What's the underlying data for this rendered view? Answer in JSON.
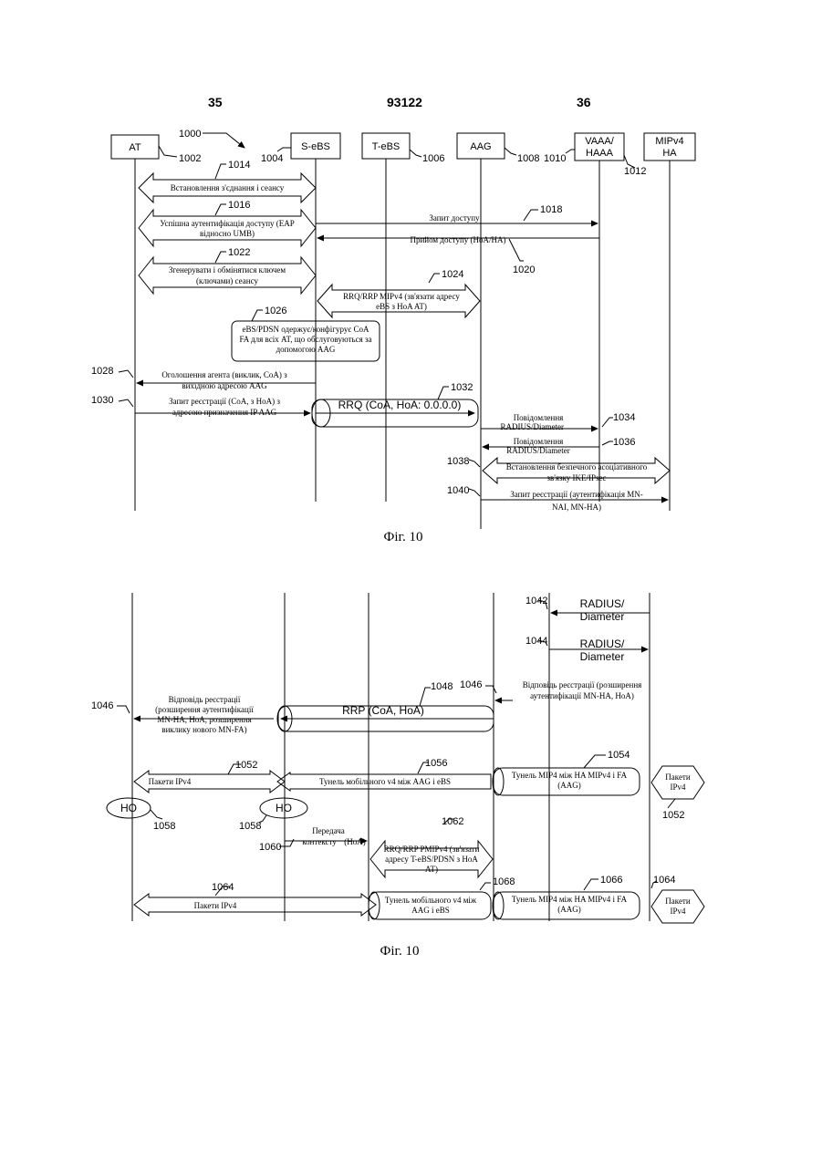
{
  "header": {
    "left": "35",
    "center": "93122",
    "right": "36"
  },
  "fig1": {
    "entities": {
      "at": "AT",
      "seb": "S-eBS",
      "teb": "T-eBS",
      "aag": "AAG",
      "vaaa_1": "VAAA/",
      "vaaa_2": "HAAA",
      "mip_1": "MIPv4",
      "mip_2": "HA"
    },
    "refs": {
      "r1000": "1000",
      "r1002": "1002",
      "r1004": "1004",
      "r1006": "1006",
      "r1008": "1008",
      "r1010": "1010",
      "r1012": "1012",
      "r1014": "1014",
      "r1016": "1016",
      "r1018": "1018",
      "r1020": "1020",
      "r1022": "1022",
      "r1024": "1024",
      "r1026": "1026",
      "r1028": "1028",
      "r1030": "1030",
      "r1032": "1032",
      "r1034": "1034",
      "r1036": "1036",
      "r1038": "1038",
      "r1040": "1040"
    },
    "msgs": {
      "m1014": "Встановлення з'єднання і сеансу",
      "m1016_1": "Успішна аутентифікація доступу (EAP",
      "m1016_2": "відносно UMB)",
      "m1018": "Запит доступу",
      "m1020": "Прийом доступу (HoA/HA)",
      "m1022_1": "Згенерувати і обмінятися ключем",
      "m1022_2": "(ключами) сеансу",
      "m1024_1": "RRQ/RRP MIPv4 (зв'язати адресу",
      "m1024_2": "eBS з HoA AT)",
      "m1026_1": "eBS/PDSN одержує/конфігурує CoA",
      "m1026_2": "FA для всіх AT, що обслуговуються за",
      "m1026_3": "допомогою AAG",
      "m1028_1": "Оголошення агента (виклик, CoA) з",
      "m1028_2": "вихідною адресою AAG",
      "m1030_1": "Запит реєстрації (CoA, з HoA) з",
      "m1030_2": "адресою призначення IP AAG",
      "rrq": "RRQ (CoA, HoA: 0.0.0.0)",
      "m1034_1": "Повідомлення",
      "m1034_2": "RADIUS/Diameter",
      "m1036_1": "Повідомлення",
      "m1036_2": "RADIUS/Diameter",
      "m1038_1": "Встановлення безпечного асоціативного",
      "m1038_2": "зв'язку IKE/IPsec",
      "m1040_1": "Запит реєстрації (аутентифікація MN-",
      "m1040_2": "NAI, MN-HA)"
    },
    "caption": "Фіг. 10"
  },
  "fig2": {
    "refs": {
      "r1042": "1042",
      "r1044": "1044",
      "r1046a": "1046",
      "r1046b": "1046",
      "r1048": "1048",
      "r1052a": "1052",
      "r1052b": "1052",
      "r1054": "1054",
      "r1056": "1056",
      "r1058a": "1058",
      "r1058b": "1058",
      "r1060": "1060",
      "r1062": "1062",
      "r1064a": "1064",
      "r1064b": "1064",
      "r1066": "1066",
      "r1068": "1068"
    },
    "msgs": {
      "rad1_1": "RADIUS/",
      "rad1_2": "Diameter",
      "rad2_1": "RADIUS/",
      "rad2_2": "Diameter",
      "m1046r_1": "Відповідь реєстрації (розширення",
      "m1046r_2": "аутентифікації MN-HA, HoA)",
      "m1046l_1": "Відповідь реєстрації",
      "m1046l_2": "(розширення аутентифікації",
      "m1046l_3": "MN-HA, HoA, розширення",
      "m1046l_4": "виклику нового MN-FA)",
      "rrp": "RRP (CoA, HoA)",
      "pak1": "Пакети IPv4",
      "tun1": "Тунель мобільного v4 між AAG і eBS",
      "mip1_1": "Тунель MIP4 між HA MIPv4 і FA",
      "mip1_2": "(AAG)",
      "pakr1_1": "Пакети",
      "pakr1_2": "IPv4",
      "ho1": "HO",
      "ho2": "HO",
      "ctx_1": "Передача",
      "ctx_2": "контексту",
      "ctx_3": "(HoA)",
      "m1062_1": "RRQ/RRP PMIPv4 (зв'язати",
      "m1062_2": "адресу T-eBS/PDSN з HoA",
      "m1062_3": "AT)",
      "pak2": "Пакети IPv4",
      "tun2_1": "Тунель мобільного v4 між",
      "tun2_2": "AAG і eBS",
      "mip2_1": "Тунель MIP4 між HA MIPv4 і FA",
      "mip2_2": "(AAG)",
      "pakr2_1": "Пакети",
      "pakr2_2": "IPv4"
    },
    "caption": "Фіг. 10"
  }
}
